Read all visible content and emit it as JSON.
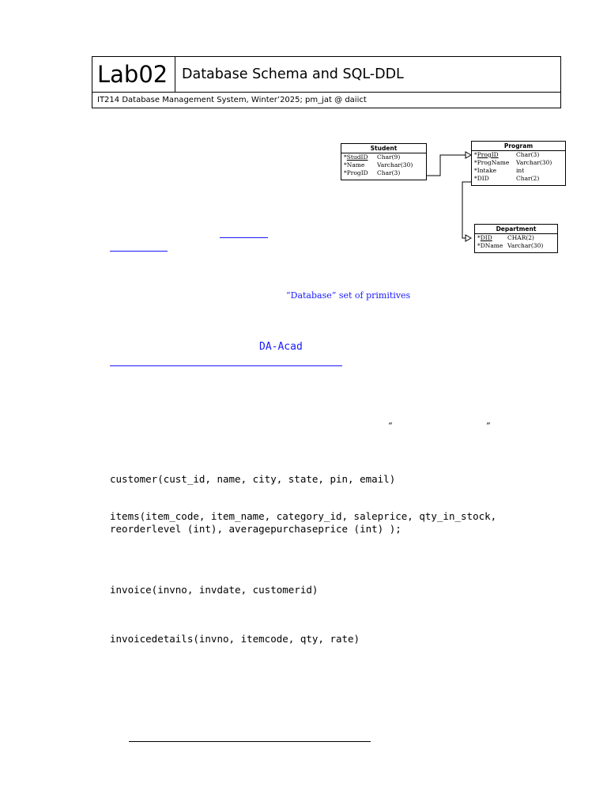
{
  "header": {
    "lab": "Lab02",
    "title": "Database Schema and SQL-DDL",
    "subtitle": "IT214 Database Management System, Winter’2025; pm_jat @ daiict"
  },
  "diagram": {
    "student": {
      "name": "Student",
      "rows": [
        {
          "mark": "*",
          "col": "StudID",
          "type": "Char(9)"
        },
        {
          "mark": "*",
          "col": "Name",
          "type": "Varchar(30)"
        },
        {
          "mark": "*",
          "col": "ProgID",
          "type": "Char(3)"
        }
      ]
    },
    "program": {
      "name": "Program",
      "rows": [
        {
          "mark": "*",
          "col": "ProgID",
          "type": "Char(3)"
        },
        {
          "mark": "*",
          "col": "ProgName",
          "type": "Varchar(30)"
        },
        {
          "mark": "*",
          "col": "Intake",
          "type": "int"
        },
        {
          "mark": "*",
          "col": "DID",
          "type": "Char(2)"
        }
      ]
    },
    "department": {
      "name": "Department",
      "rows": [
        {
          "mark": "*",
          "col": "DID",
          "type": "CHAR(2)"
        },
        {
          "mark": "*",
          "col": "DName",
          "type": "Varchar(30)"
        }
      ]
    }
  },
  "body": {
    "database_primitives": "“Database” set of primitives",
    "da_acad": "DA-Acad",
    "open_quote": "“",
    "close_quote": "”",
    "customer": "customer(cust_id, name, city, state, pin, email)",
    "items_line1": "items(item_code, item_name, category_id, saleprice, qty_in_stock,",
    "items_line2": "reorderlevel (int), averagepurchaseprice (int) );",
    "invoice": "invoice(invno, invdate, customerid)",
    "invoicedetails": "invoicedetails(invno, itemcode, qty, rate)"
  }
}
